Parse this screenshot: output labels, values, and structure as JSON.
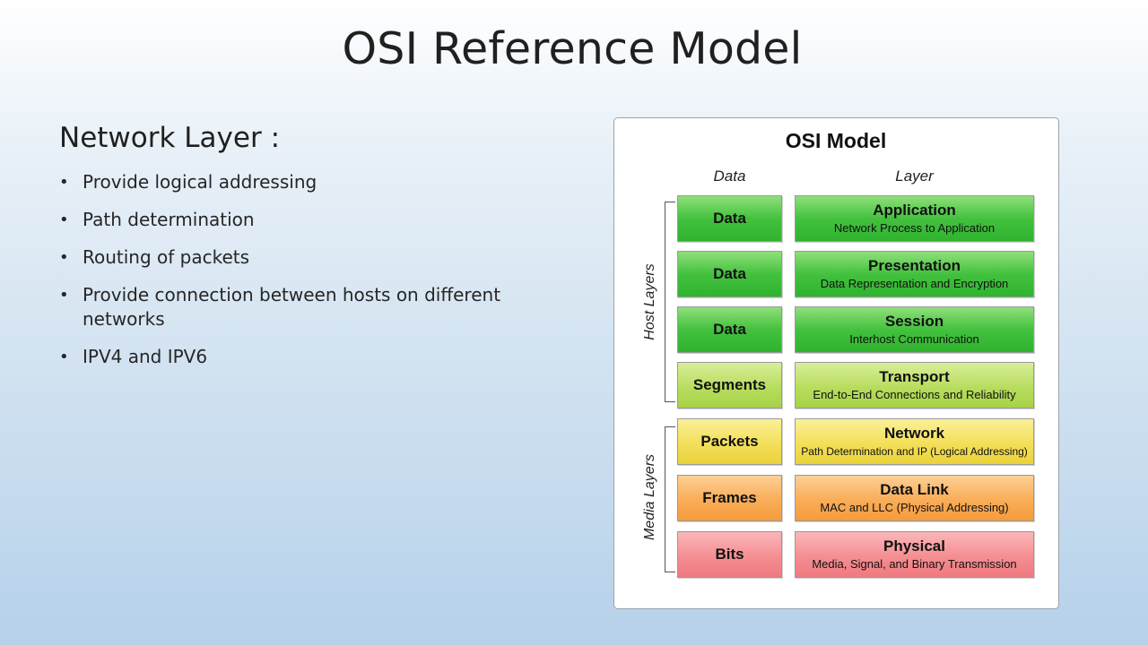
{
  "slide": {
    "title": "OSI Reference Model",
    "heading": "Network Layer :",
    "bullets": [
      "Provide logical addressing",
      "Path determination",
      "Routing of packets",
      "Provide connection between hosts on different networks",
      "IPV4 and IPV6"
    ]
  },
  "osi_model": {
    "title": "OSI Model",
    "data_column_header": "Data",
    "layer_column_header": "Layer",
    "host_group_label": "Host Layers",
    "media_group_label": "Media Layers",
    "layers": [
      {
        "data": "Data",
        "name": "Application",
        "description": "Network Process to Application",
        "color": "#43c13e"
      },
      {
        "data": "Data",
        "name": "Presentation",
        "description": "Data Representation and Encryption",
        "color": "#43c13e"
      },
      {
        "data": "Data",
        "name": "Session",
        "description": "Interhost Communication",
        "color": "#43c13e"
      },
      {
        "data": "Segments",
        "name": "Transport",
        "description": "End-to-End Connections and Reliability",
        "color": "#b8dd5e"
      },
      {
        "data": "Packets",
        "name": "Network",
        "description": "Path Determination and IP (Logical Addressing)",
        "color": "#f3df5a"
      },
      {
        "data": "Frames",
        "name": "Data Link",
        "description": "MAC and LLC (Physical Addressing)",
        "color": "#f9ad58"
      },
      {
        "data": "Bits",
        "name": "Physical",
        "description": "Media, Signal, and Binary Transmission",
        "color": "#f48e92"
      }
    ]
  }
}
